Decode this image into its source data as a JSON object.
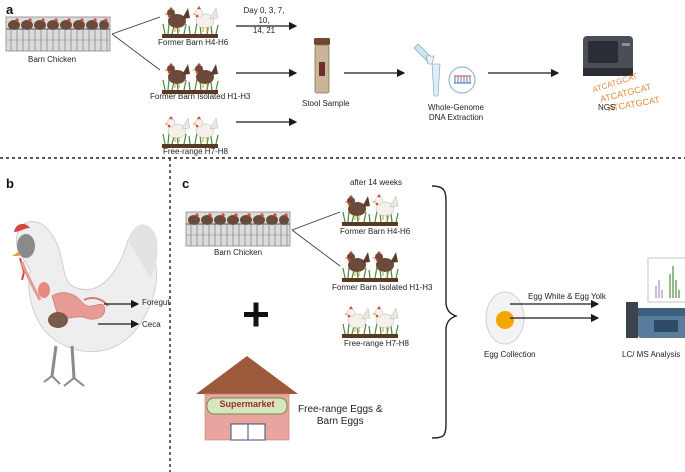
{
  "panel_a": {
    "letter": "a",
    "barn_chicken": "Barn Chicken",
    "days": "Day 0, 3, 7, 10,\n14, 21",
    "group1": "Former Barn H4-H6",
    "group2": "Former Barn Isolated H1-H3",
    "group3": "Free-range H7-H8",
    "stool": "Stool Sample",
    "wgs": "Whole-Genome\nDNA Extraction",
    "ngs": "NGS",
    "sequence_text": "ATCATGCAT"
  },
  "panel_b": {
    "letter": "b",
    "foregut": "Foregut",
    "ceca": "Ceca"
  },
  "panel_c": {
    "letter": "c",
    "after": "after 14 weeks",
    "barn_chicken": "Barn Chicken",
    "group1": "Former Barn H4-H6",
    "group2": "Former Barn Isolated H1-H3",
    "group3": "Free-range H7-H8",
    "supermarket": "Supermarket",
    "eggs": "Free-range Eggs &\nBarn Eggs",
    "egg_collection": "Egg Collection",
    "egg_white_yolk": "Egg White & Egg Yolk",
    "lcms": "LC/ MS Analysis"
  },
  "colors": {
    "brown_hen": "#6b4a3a",
    "white_hen": "#eeeae4",
    "comb": "#d9463b",
    "grass": "#4e8a3a",
    "soil": "#5a3a24",
    "roof": "#9c5a3c",
    "wall": "#e8a5a0",
    "sign": "#d7e6c0",
    "sign_text": "#9a2b2b",
    "yolk": "#f2a800"
  }
}
